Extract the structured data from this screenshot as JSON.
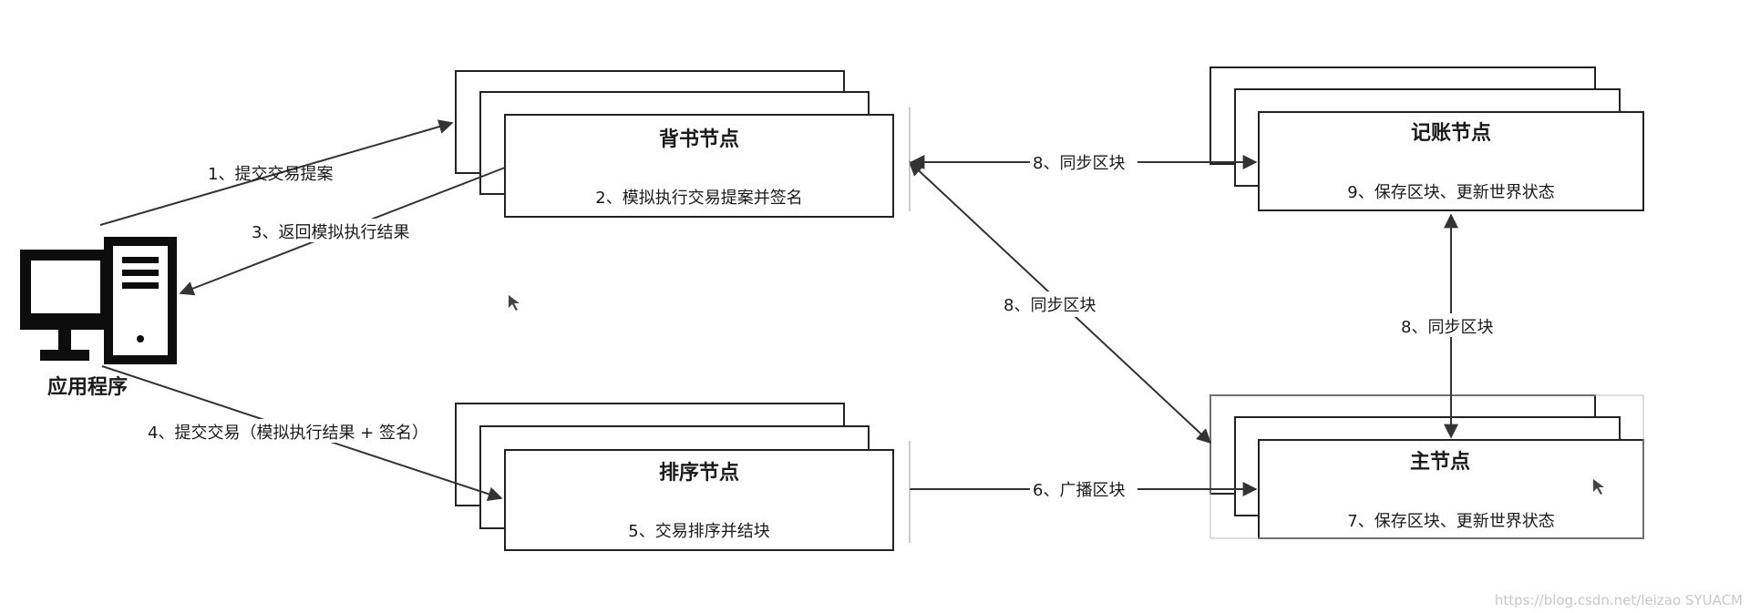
{
  "application": {
    "label": "应用程序",
    "icon": "computer-icon"
  },
  "nodes": {
    "endorser": {
      "title": "背书节点",
      "desc": "2、模拟执行交易提案并签名"
    },
    "orderer": {
      "title": "排序节点",
      "desc": "5、交易排序并结块"
    },
    "committer": {
      "title": "记账节点",
      "desc": "9、保存区块、更新世界状态"
    },
    "leader": {
      "title": "主节点",
      "desc": "7、保存区块、更新世界状态"
    }
  },
  "edges": {
    "submit_proposal": "1、提交交易提案",
    "return_result": "3、返回模拟执行结果",
    "submit_tx": "4、提交交易（模拟执行结果 + 签名）",
    "broadcast": "6、广播区块",
    "sync_endorser_committer": "8、同步区块",
    "sync_endorser_leader": "8、同步区块",
    "sync_committer_leader": "8、同步区块"
  },
  "watermark": "https://blog.csdn.net/leizao SYUACM"
}
